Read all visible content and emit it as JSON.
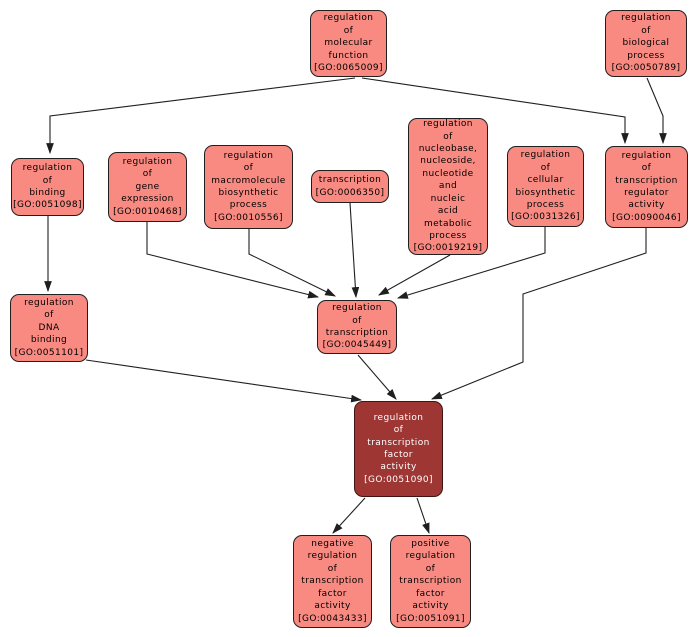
{
  "colors": {
    "node-fill": "#f98a82",
    "node-border": "#1f1f1f",
    "node-text": "#000000",
    "selected-fill": "#9e3634",
    "selected-border": "#3f1412",
    "selected-text": "#ffffff",
    "edge": "#1f1f1f",
    "background": "#ffffff"
  },
  "nodes": [
    {
      "go_id": "GO:0065009",
      "term": "regulation of molecular function",
      "selected": false,
      "label": "regulation\nof\nmolecular\nfunction\n[GO:0065009]"
    },
    {
      "go_id": "GO:0050789",
      "term": "regulation of biological process",
      "selected": false,
      "label": "regulation\nof\nbiological\nprocess\n[GO:0050789]"
    },
    {
      "go_id": "GO:0051098",
      "term": "regulation of binding",
      "selected": false,
      "label": "regulation\nof\nbinding\n[GO:0051098]"
    },
    {
      "go_id": "GO:0010468",
      "term": "regulation of gene expression",
      "selected": false,
      "label": "regulation\nof\ngene\nexpression\n[GO:0010468]"
    },
    {
      "go_id": "GO:0010556",
      "term": "regulation of macromolecule biosynthetic process",
      "selected": false,
      "label": "regulation\nof\nmacromolecule\nbiosynthetic\nprocess\n[GO:0010556]"
    },
    {
      "go_id": "GO:0006350",
      "term": "transcription",
      "selected": false,
      "label": "transcription\n[GO:0006350]"
    },
    {
      "go_id": "GO:0019219",
      "term": "regulation of nucleobase, nucleoside, nucleotide and nucleic acid metabolic process",
      "selected": false,
      "label": "regulation\nof\nnucleobase,\nnucleoside,\nnucleotide\nand\nnucleic\nacid\nmetabolic\nprocess\n[GO:0019219]"
    },
    {
      "go_id": "GO:0031326",
      "term": "regulation of cellular biosynthetic process",
      "selected": false,
      "label": "regulation\nof\ncellular\nbiosynthetic\nprocess\n[GO:0031326]"
    },
    {
      "go_id": "GO:0090046",
      "term": "regulation of transcription regulator activity",
      "selected": false,
      "label": "regulation\nof\ntranscription\nregulator\nactivity\n[GO:0090046]"
    },
    {
      "go_id": "GO:0051101",
      "term": "regulation of DNA binding",
      "selected": false,
      "label": "regulation\nof\nDNA\nbinding\n[GO:0051101]"
    },
    {
      "go_id": "GO:0045449",
      "term": "regulation of transcription",
      "selected": false,
      "label": "regulation\nof\ntranscription\n[GO:0045449]"
    },
    {
      "go_id": "GO:0051090",
      "term": "regulation of transcription factor activity",
      "selected": true,
      "label": "regulation\nof\ntranscription\nfactor\nactivity\n[GO:0051090]"
    },
    {
      "go_id": "GO:0043433",
      "term": "negative regulation of transcription factor activity",
      "selected": false,
      "label": "negative\nregulation\nof\ntranscription\nfactor\nactivity\n[GO:0043433]"
    },
    {
      "go_id": "GO:0051091",
      "term": "positive regulation of transcription factor activity",
      "selected": false,
      "label": "positive\nregulation\nof\ntranscription\nfactor\nactivity\n[GO:0051091]"
    }
  ],
  "edges": [
    {
      "from": "GO:0065009",
      "to": "GO:0051098"
    },
    {
      "from": "GO:0065009",
      "to": "GO:0090046"
    },
    {
      "from": "GO:0050789",
      "to": "GO:0090046"
    },
    {
      "from": "GO:0051098",
      "to": "GO:0051101"
    },
    {
      "from": "GO:0010468",
      "to": "GO:0045449"
    },
    {
      "from": "GO:0010556",
      "to": "GO:0045449"
    },
    {
      "from": "GO:0006350",
      "to": "GO:0045449"
    },
    {
      "from": "GO:0019219",
      "to": "GO:0045449"
    },
    {
      "from": "GO:0031326",
      "to": "GO:0045449"
    },
    {
      "from": "GO:0090046",
      "to": "GO:0051090"
    },
    {
      "from": "GO:0051101",
      "to": "GO:0051090"
    },
    {
      "from": "GO:0045449",
      "to": "GO:0051090"
    },
    {
      "from": "GO:0051090",
      "to": "GO:0043433"
    },
    {
      "from": "GO:0051090",
      "to": "GO:0051091"
    }
  ]
}
